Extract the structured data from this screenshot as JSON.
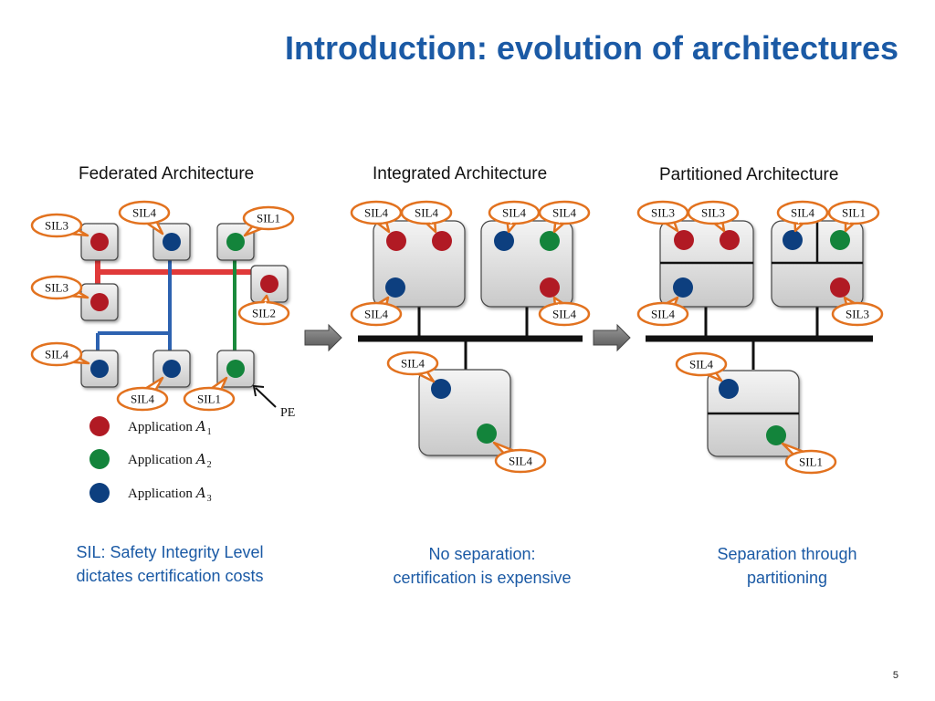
{
  "slide": {
    "title": "Introduction: evolution of architectures",
    "page_number": "5"
  },
  "headings": {
    "federated": "Federated Architecture",
    "integrated": "Integrated Architecture",
    "partitioned": "Partitioned Architecture"
  },
  "captions": {
    "federated": [
      "SIL: Safety Integrity Level",
      "dictates certification costs"
    ],
    "integrated": [
      "No separation:",
      "certification is expensive"
    ],
    "partitioned": [
      "Separation through",
      "partitioning"
    ]
  },
  "labels": {
    "pe": "PE"
  },
  "colors": {
    "title": "#1b5aa5",
    "app1_red": "#b11a24",
    "app2_green": "#13843b",
    "app3_blue": "#0d3f7f",
    "bubble_border": "#e2721f",
    "bus_red": "#e03a3a",
    "bus_blue": "#2d62b0",
    "bus_green": "#1a8a3c"
  },
  "legend": [
    {
      "label": "Application",
      "symbol": "A",
      "index": "1",
      "color": "#b11a24"
    },
    {
      "label": "Application",
      "symbol": "A",
      "index": "2",
      "color": "#13843b"
    },
    {
      "label": "Application",
      "symbol": "A",
      "index": "3",
      "color": "#0d3f7f"
    }
  ],
  "bubbles": {
    "federated": [
      "SIL3",
      "SIL4",
      "SIL1",
      "SIL3",
      "SIL2",
      "SIL4",
      "SIL4",
      "SIL1"
    ],
    "integrated": [
      "SIL4",
      "SIL4",
      "SIL4",
      "SIL4",
      "SIL4",
      "SIL4",
      "SIL4",
      "SIL4"
    ],
    "partitioned": [
      "SIL3",
      "SIL3",
      "SIL4",
      "SIL1",
      "SIL4",
      "SIL3",
      "SIL4",
      "SIL1"
    ]
  }
}
